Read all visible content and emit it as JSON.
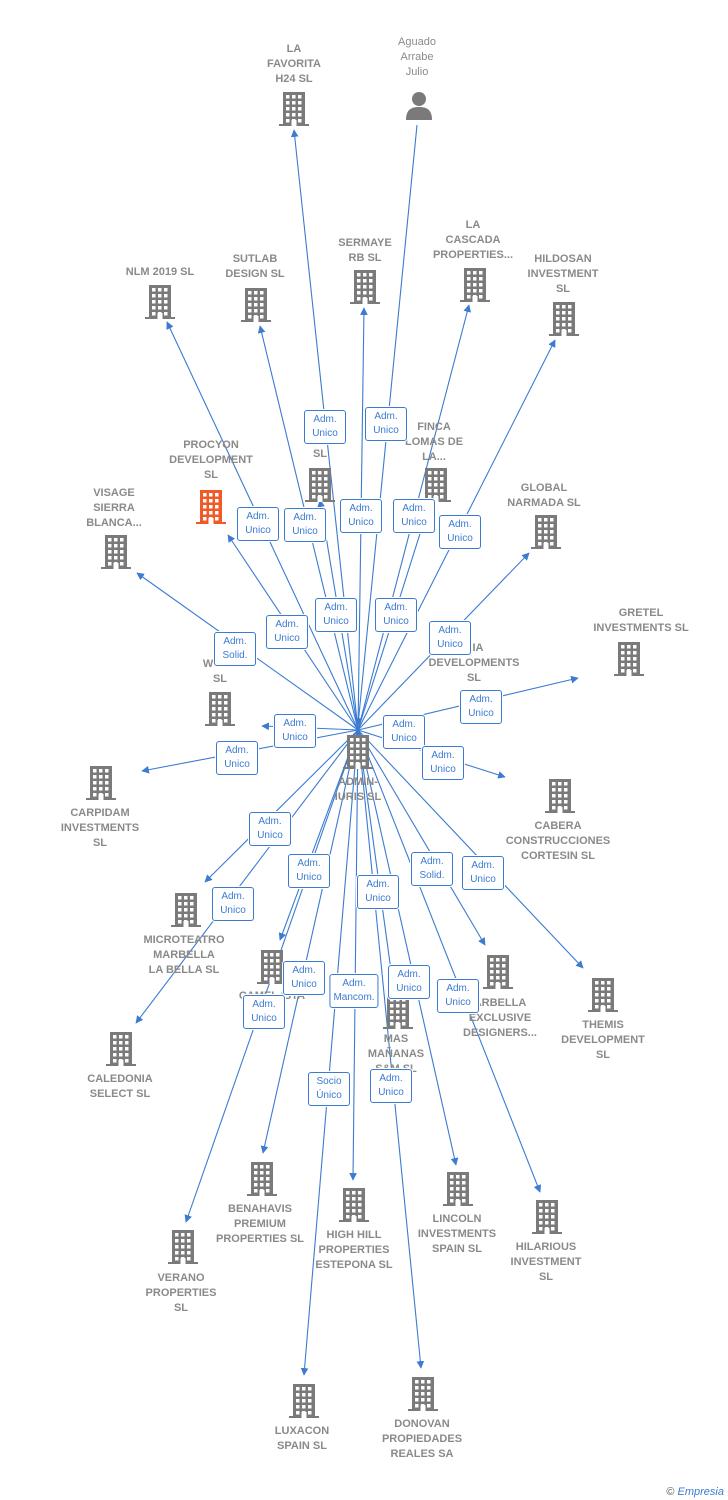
{
  "colors": {
    "edge": "#3b7bd1",
    "node": "#7a7a7a",
    "highlight": "#f05a28"
  },
  "center": {
    "label": "ADMIN-\nIURIS  SL"
  },
  "nodes": [
    {
      "id": "la-favorita",
      "label": "LA\nFAVORITA\nH24  SL",
      "type": "company"
    },
    {
      "id": "aguado",
      "label": "Aguado\nArrabe\nJulio",
      "type": "person"
    },
    {
      "id": "sermaye",
      "label": "SERMAYE\nRB  SL",
      "type": "company"
    },
    {
      "id": "la-cascada",
      "label": "LA\nCASCADA\nPROPERTIES...",
      "type": "company"
    },
    {
      "id": "hildosan",
      "label": "HILDOSAN\nINVESTMENT\nSL",
      "type": "company"
    },
    {
      "id": "nlm",
      "label": "NLM 2019  SL",
      "type": "company"
    },
    {
      "id": "sutlab",
      "label": "SUTLAB\nDESIGN  SL",
      "type": "company"
    },
    {
      "id": "r-pro",
      "label": "R\nPRO       S\nSL",
      "type": "company"
    },
    {
      "id": "finca",
      "label": "FINCA\nLOMAS DE\nLA...",
      "type": "company"
    },
    {
      "id": "procyon",
      "label": "PROCYON\nDEVELOPMENT\nSL",
      "type": "highlight"
    },
    {
      "id": "visage",
      "label": "VISAGE\nSIERRA\nBLANCA...",
      "type": "company"
    },
    {
      "id": "global",
      "label": "GLOBAL\nNARMADA  SL",
      "type": "company"
    },
    {
      "id": "gretel",
      "label": "GRETEL\nINVESTMENTS SL",
      "type": "company"
    },
    {
      "id": "ria",
      "label": "RIA\nDEVELOPMENTS\nSL",
      "type": "company"
    },
    {
      "id": "wool",
      "label": "WOOL\nSL",
      "type": "company"
    },
    {
      "id": "carpidam",
      "label": "CARPIDAM\nINVESTMENTS\nSL",
      "type": "company"
    },
    {
      "id": "cabera",
      "label": "CABERA\nCONSTRUCCIONES\nCORTESIN  SL",
      "type": "company"
    },
    {
      "id": "microteatro",
      "label": "MICROTEATRO\nMARBELLA\nLA BELLA  SL",
      "type": "company"
    },
    {
      "id": "camel",
      "label": "CAMEL       ISTA\nSL",
      "type": "company"
    },
    {
      "id": "marbella-ex",
      "label": "ARBELLA\nEXCLUSIVE\nDESIGNERS...",
      "type": "company"
    },
    {
      "id": "themis",
      "label": "THEMIS\nDEVELOPMENT\nSL",
      "type": "company"
    },
    {
      "id": "caledonia",
      "label": "CALEDONIA\nSELECT  SL",
      "type": "company"
    },
    {
      "id": "mas-mananas",
      "label": "MAS\nMAÑANAS\nS&M  SL",
      "type": "company"
    },
    {
      "id": "benahavis",
      "label": "BENAHAVIS\nPREMIUM\nPROPERTIES SL",
      "type": "company"
    },
    {
      "id": "high-hill",
      "label": "HIGH HILL\nPROPERTIES\nESTEPONA SL",
      "type": "company"
    },
    {
      "id": "lincoln",
      "label": "LINCOLN\nINVESTMENTS\nSPAIN SL",
      "type": "company"
    },
    {
      "id": "hilarious",
      "label": "HILARIOUS\nINVESTMENT\nSL",
      "type": "company"
    },
    {
      "id": "verano",
      "label": "VERANO\nPROPERTIES\nSL",
      "type": "company"
    },
    {
      "id": "luxacon",
      "label": "LUXACON\nSPAIN SL",
      "type": "company"
    },
    {
      "id": "donovan",
      "label": "DONOVAN\nPROPIEDADES\nREALES SA",
      "type": "company"
    }
  ],
  "badges": [
    {
      "text": "Adm.\nUnico"
    },
    {
      "text": "Adm.\nUnico"
    },
    {
      "text": "Adm.\nUnico"
    },
    {
      "text": "Adm.\nUnico"
    },
    {
      "text": "Adm.\nUnico"
    },
    {
      "text": "Adm.\nUnico"
    },
    {
      "text": "Adm.\nUnico"
    },
    {
      "text": "Adm.\nUnico"
    },
    {
      "text": "Adm.\nUnico"
    },
    {
      "text": "Adm.\nUnico"
    },
    {
      "text": "Adm.\nUnico"
    },
    {
      "text": "Adm.\nSolid."
    },
    {
      "text": "Adm.\nUnico"
    },
    {
      "text": "Adm.\nUnico"
    },
    {
      "text": "Adm.\nUnico"
    },
    {
      "text": "Adm.\nUnico"
    },
    {
      "text": "Adm.\nUnico"
    },
    {
      "text": "Adm.\nUnico"
    },
    {
      "text": "Adm.\nUnico"
    },
    {
      "text": "Adm.\nUnico"
    },
    {
      "text": "Adm.\nSolid."
    },
    {
      "text": "Adm.\nUnico"
    },
    {
      "text": "Adm.\nUnico"
    },
    {
      "text": "Adm.\nUnico"
    },
    {
      "text": "Adm.\nMancom."
    },
    {
      "text": "Adm.\nUnico"
    },
    {
      "text": "Adm.\nUnico"
    },
    {
      "text": "Adm.\nUnico"
    },
    {
      "text": "Socio\nÚnico"
    },
    {
      "text": "Adm.\nUnico"
    },
    {
      "text": "Adm.\nUnico"
    }
  ],
  "footer": {
    "copyright": "©",
    "brand": "Empresia"
  }
}
